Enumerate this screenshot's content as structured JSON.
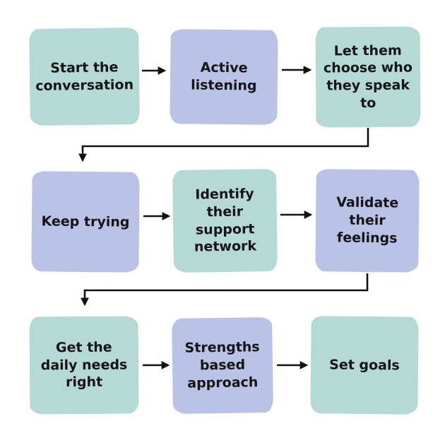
{
  "flowchart": {
    "description": "Nine-step support flowchart, read left-to-right top-to-bottom",
    "colors": {
      "teal": "#b5d9d4",
      "lavender": "#bac2e6",
      "arrow": "#111111",
      "text": "#151515",
      "background": "#ffffff"
    },
    "nodes": [
      {
        "id": "start-the-conversation",
        "label": "Start the\nconversation",
        "color": "teal"
      },
      {
        "id": "active-listening",
        "label": "Active\nlistening",
        "color": "lavender"
      },
      {
        "id": "let-them-choose",
        "label": "Let them\nchoose who\nthey speak\nto",
        "color": "teal"
      },
      {
        "id": "keep-trying",
        "label": "Keep trying",
        "color": "lavender"
      },
      {
        "id": "identify-support-network",
        "label": "Identify\ntheir support\nnetwork",
        "color": "teal"
      },
      {
        "id": "validate-their-feelings",
        "label": "Validate\ntheir\nfeelings",
        "color": "lavender"
      },
      {
        "id": "get-daily-needs-right",
        "label": "Get the\ndaily needs\nright",
        "color": "teal"
      },
      {
        "id": "strengths-based-approach",
        "label": "Strengths\nbased\napproach",
        "color": "lavender"
      },
      {
        "id": "set-goals",
        "label": "Set goals",
        "color": "teal"
      }
    ],
    "connections": [
      {
        "from": "start-the-conversation",
        "to": "active-listening"
      },
      {
        "from": "active-listening",
        "to": "let-them-choose"
      },
      {
        "from": "let-them-choose",
        "to": "keep-trying"
      },
      {
        "from": "keep-trying",
        "to": "identify-support-network"
      },
      {
        "from": "identify-support-network",
        "to": "validate-their-feelings"
      },
      {
        "from": "validate-their-feelings",
        "to": "get-daily-needs-right"
      },
      {
        "from": "get-daily-needs-right",
        "to": "strengths-based-approach"
      },
      {
        "from": "strengths-based-approach",
        "to": "set-goals"
      }
    ]
  }
}
